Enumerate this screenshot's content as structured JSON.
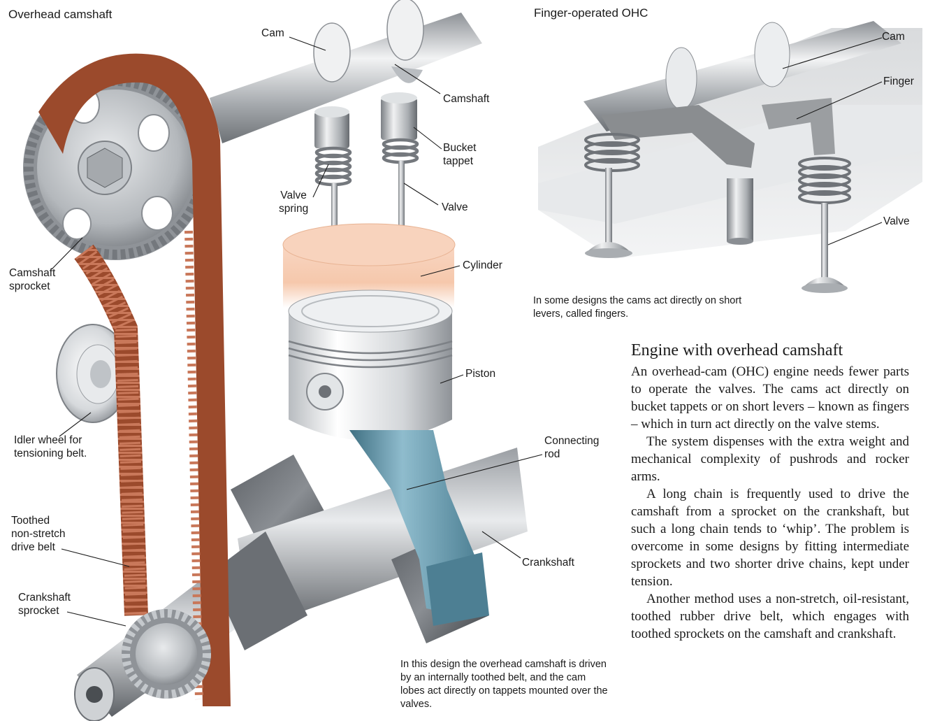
{
  "titles": {
    "overhead": "Overhead camshaft",
    "finger": "Finger-operated OHC"
  },
  "labels": {
    "cam": "Cam",
    "camshaft": "Camshaft",
    "bucket_tappet": "Bucket\ntappet",
    "valve_spring": "Valve\nspring",
    "valve": "Valve",
    "cylinder": "Cylinder",
    "piston": "Piston",
    "connecting_rod": "Connecting\nrod",
    "crankshaft": "Crankshaft",
    "camshaft_sprocket": "Camshaft\nsprocket",
    "idler_wheel": "Idler wheel for\ntensioning belt.",
    "drive_belt": "Toothed\nnon-stretch\ndrive belt",
    "crankshaft_sprocket": "Crankshaft\nsprocket",
    "finger_cam": "Cam",
    "finger": "Finger",
    "finger_valve": "Valve"
  },
  "captions": {
    "finger": "In some designs the cams act directly on short levers, called fingers.",
    "overhead": "In this design the overhead camshaft is driven by an internally toothed belt, and the cam lobes act directly on tappets mounted over the valves."
  },
  "article": {
    "heading": "Engine with overhead camshaft",
    "paragraphs": [
      "An overhead-cam (OHC) engine needs fewer parts to operate the valves. The cams act directly on bucket tappets or on short levers – known as fingers – which in turn act directly on the valve stems.",
      "The system dispenses with the extra weight and mechanical complexity of pushrods and rocker arms.",
      "A long chain is frequently used to drive the camshaft from a sprocket on the crankshaft, but such a long chain tends to ‘whip’. The problem is overcome in some designs by fitting intermediate sprockets and two shorter drive chains, kept under tension.",
      "Another method uses a non-stretch, oil-resistant, toothed rubber drive belt, which engages with toothed sprockets on the camshaft and crankshaft."
    ]
  },
  "colors": {
    "belt": "#9b4a2c",
    "metal": "#c9ccd0",
    "cylinder": "#f6c8ac",
    "connecting_rod": "#5f95ab"
  }
}
